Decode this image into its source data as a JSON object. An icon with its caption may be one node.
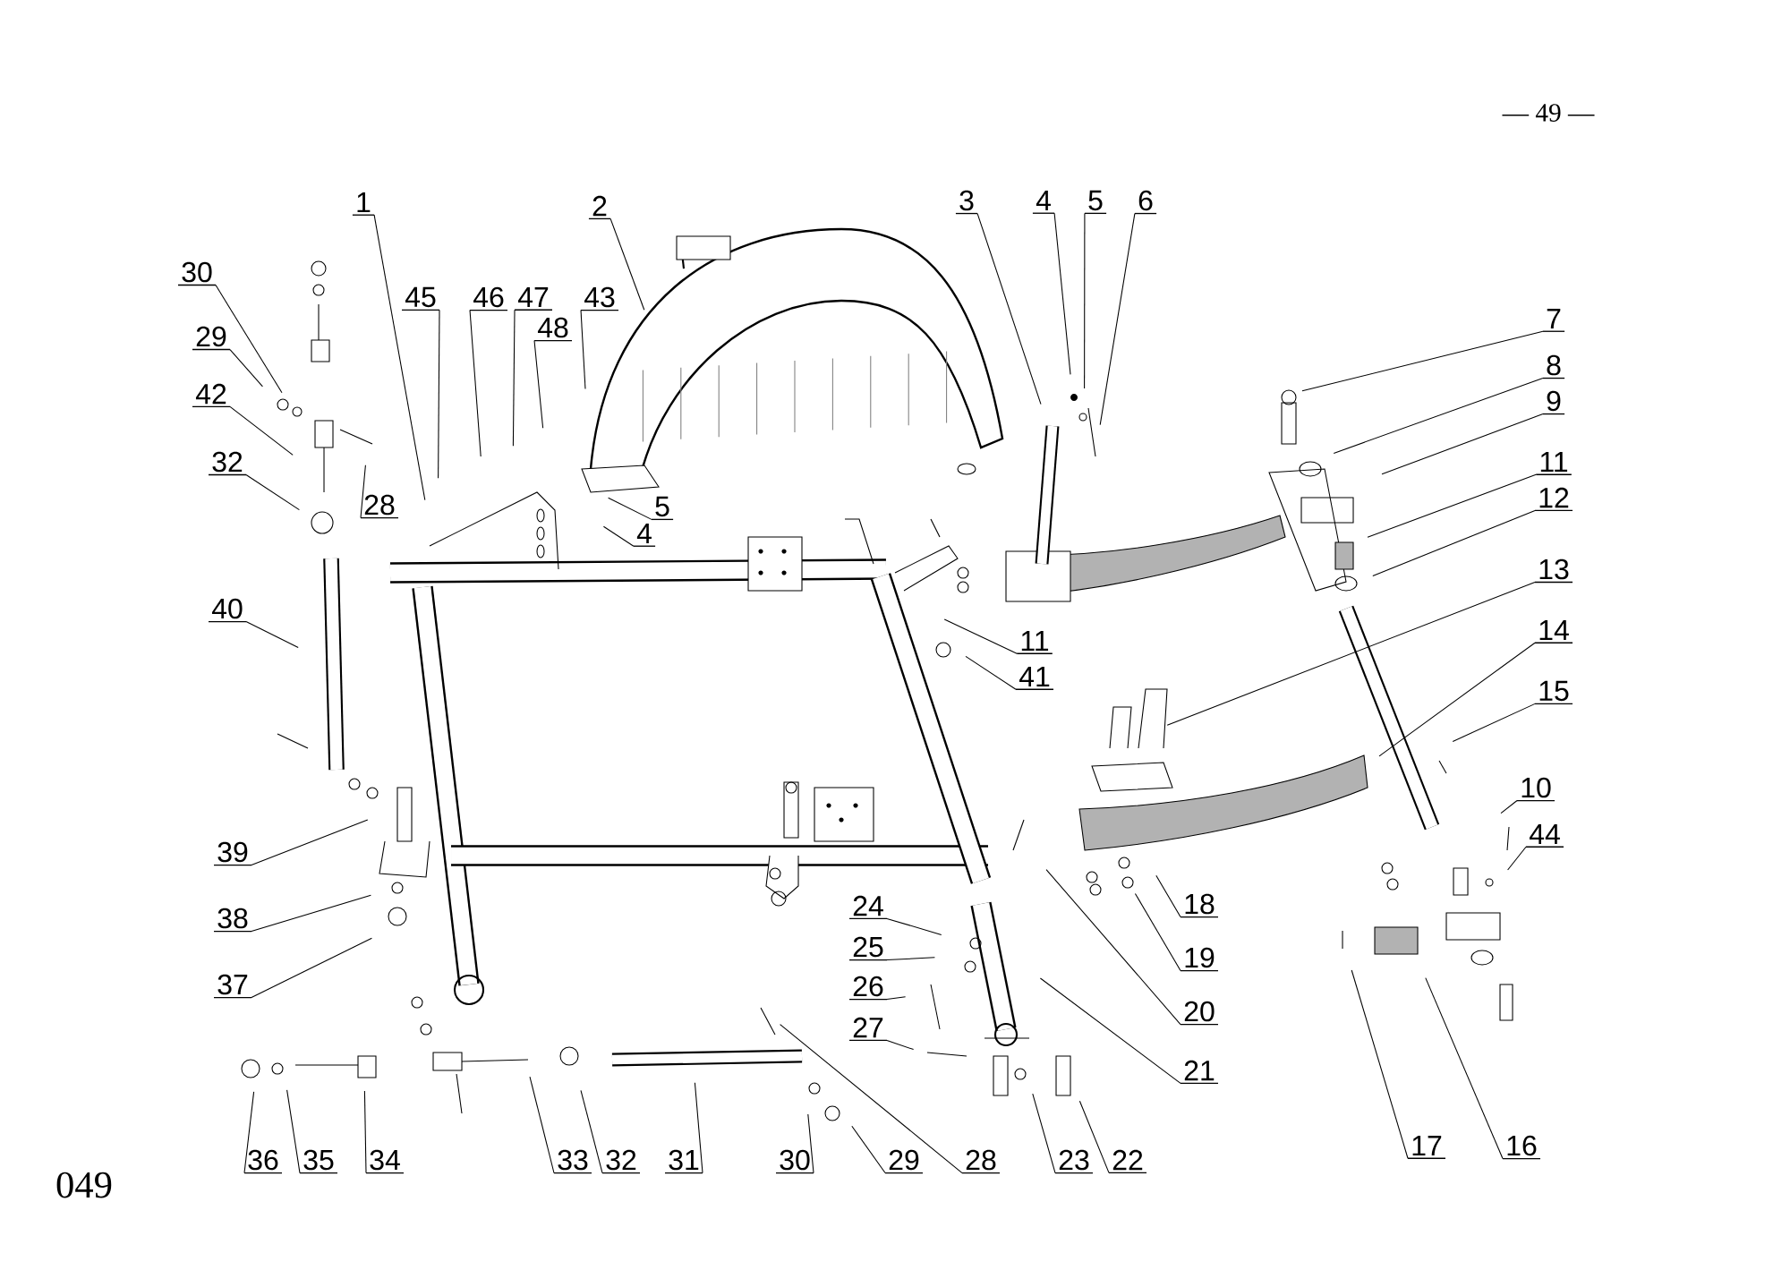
{
  "diagram": {
    "nodes": [
      {
        "text": [
          "1"
        ]
      },
      {
        "text": [
          "2"
        ]
      },
      {
        "text": [
          "45"
        ]
      },
      {
        "text": [
          "46"
        ]
      },
      {
        "text": [
          "47"
        ]
      },
      {
        "text": [
          "48"
        ]
      },
      {
        "text": [
          "43"
        ]
      },
      {
        "text": [
          "5"
        ]
      },
      {
        "text": [
          "4"
        ]
      },
      {
        "text": [
          "3"
        ]
      },
      {
        "text": [
          "4"
        ]
      },
      {
        "text": [
          "5"
        ]
      },
      {
        "text": [
          "6"
        ]
      },
      {
        "text": [
          "7"
        ]
      },
      {
        "text": [
          "8"
        ]
      },
      {
        "text": [
          "9"
        ]
      },
      {
        "text": [
          "11"
        ]
      },
      {
        "text": [
          "12"
        ]
      },
      {
        "text": [
          "13"
        ]
      },
      {
        "text": [
          "14"
        ]
      },
      {
        "text": [
          "15"
        ]
      },
      {
        "text": [
          "11"
        ]
      },
      {
        "text": [
          "41"
        ]
      },
      {
        "text": [
          "30"
        ]
      },
      {
        "text": [
          "29"
        ]
      },
      {
        "text": [
          "42"
        ]
      },
      {
        "text": [
          "32"
        ]
      },
      {
        "text": [
          "28"
        ]
      },
      {
        "text": [
          "40"
        ]
      },
      {
        "text": [
          "39"
        ]
      },
      {
        "text": [
          "38"
        ]
      },
      {
        "text": [
          "37"
        ]
      },
      {
        "text": [
          "36"
        ]
      },
      {
        "text": [
          "35"
        ]
      },
      {
        "text": [
          "34"
        ]
      },
      {
        "text": [
          "33"
        ]
      },
      {
        "text": [
          "32"
        ]
      },
      {
        "text": [
          "31"
        ]
      },
      {
        "text": [
          "30"
        ]
      },
      {
        "text": [
          "29"
        ]
      },
      {
        "text": [
          "28"
        ]
      },
      {
        "text": [
          "24"
        ]
      },
      {
        "text": [
          "25"
        ]
      },
      {
        "text": [
          "26"
        ]
      },
      {
        "text": [
          "27"
        ]
      },
      {
        "text": [
          "23"
        ]
      },
      {
        "text": [
          "22"
        ]
      },
      {
        "text": [
          "21"
        ]
      },
      {
        "text": [
          "20"
        ]
      },
      {
        "text": [
          "19"
        ]
      },
      {
        "text": [
          "18"
        ]
      },
      {
        "text": [
          "10"
        ]
      },
      {
        "text": [
          "44"
        ]
      },
      {
        "text": [
          "17"
        ]
      },
      {
        "text": [
          "16"
        ]
      }
    ],
    "edges": [
      {
        "from": 0,
        "to": null,
        "arrow": "none"
      },
      {
        "from": 1,
        "to": null,
        "arrow": "none"
      },
      {
        "from": 2,
        "to": null,
        "arrow": "none"
      },
      {
        "from": 3,
        "to": null,
        "arrow": "none"
      },
      {
        "from": 4,
        "to": null,
        "arrow": "none"
      },
      {
        "from": 5,
        "to": null,
        "arrow": "none"
      },
      {
        "from": 6,
        "to": null,
        "arrow": "none"
      },
      {
        "from": 7,
        "to": null,
        "arrow": "none"
      },
      {
        "from": 8,
        "to": null,
        "arrow": "none"
      },
      {
        "from": 9,
        "to": null,
        "arrow": "none"
      },
      {
        "from": 10,
        "to": null,
        "arrow": "none"
      },
      {
        "from": 11,
        "to": null,
        "arrow": "none"
      },
      {
        "from": 12,
        "to": null,
        "arrow": "none"
      },
      {
        "from": 13,
        "to": null,
        "arrow": "none"
      },
      {
        "from": 14,
        "to": null,
        "arrow": "none"
      },
      {
        "from": 15,
        "to": null,
        "arrow": "none"
      },
      {
        "from": 16,
        "to": null,
        "arrow": "none"
      },
      {
        "from": 17,
        "to": null,
        "arrow": "none"
      },
      {
        "from": 18,
        "to": null,
        "arrow": "none"
      },
      {
        "from": 19,
        "to": null,
        "arrow": "none"
      },
      {
        "from": 20,
        "to": null,
        "arrow": "none"
      },
      {
        "from": 21,
        "to": null,
        "arrow": "none"
      },
      {
        "from": 22,
        "to": null,
        "arrow": "none"
      },
      {
        "from": 23,
        "to": null,
        "arrow": "none"
      },
      {
        "from": 24,
        "to": null,
        "arrow": "none"
      },
      {
        "from": 25,
        "to": null,
        "arrow": "none"
      },
      {
        "from": 26,
        "to": null,
        "arrow": "none"
      },
      {
        "from": 27,
        "to": null,
        "arrow": "none"
      },
      {
        "from": 28,
        "to": null,
        "arrow": "none"
      },
      {
        "from": 29,
        "to": null,
        "arrow": "none"
      },
      {
        "from": 30,
        "to": null,
        "arrow": "none"
      },
      {
        "from": 31,
        "to": null,
        "arrow": "none"
      },
      {
        "from": 32,
        "to": null,
        "arrow": "none"
      },
      {
        "from": 33,
        "to": null,
        "arrow": "none"
      },
      {
        "from": 34,
        "to": null,
        "arrow": "none"
      },
      {
        "from": 35,
        "to": null,
        "arrow": "none"
      },
      {
        "from": 36,
        "to": null,
        "arrow": "none"
      },
      {
        "from": 37,
        "to": null,
        "arrow": "none"
      },
      {
        "from": 38,
        "to": null,
        "arrow": "none"
      },
      {
        "from": 39,
        "to": null,
        "arrow": "none"
      },
      {
        "from": 40,
        "to": null,
        "arrow": "none"
      },
      {
        "from": 41,
        "to": null,
        "arrow": "none"
      },
      {
        "from": 42,
        "to": null,
        "arrow": "none"
      },
      {
        "from": 43,
        "to": null,
        "arrow": "none"
      },
      {
        "from": 44,
        "to": null,
        "arrow": "none"
      },
      {
        "from": 45,
        "to": null,
        "arrow": "none"
      },
      {
        "from": 46,
        "to": null,
        "arrow": "none"
      },
      {
        "from": 47,
        "to": null,
        "arrow": "none"
      },
      {
        "from": 48,
        "to": null,
        "arrow": "none"
      },
      {
        "from": 49,
        "to": null,
        "arrow": "none"
      },
      {
        "from": 50,
        "to": null,
        "arrow": "none"
      },
      {
        "from": 51,
        "to": null,
        "arrow": "none"
      },
      {
        "from": 52,
        "to": null,
        "arrow": "none"
      },
      {
        "from": 53,
        "to": null,
        "arrow": "none"
      },
      {
        "from": 54,
        "to": null,
        "arrow": "none"
      }
    ],
    "labels": [
      "— 49 —",
      "049"
    ]
  }
}
